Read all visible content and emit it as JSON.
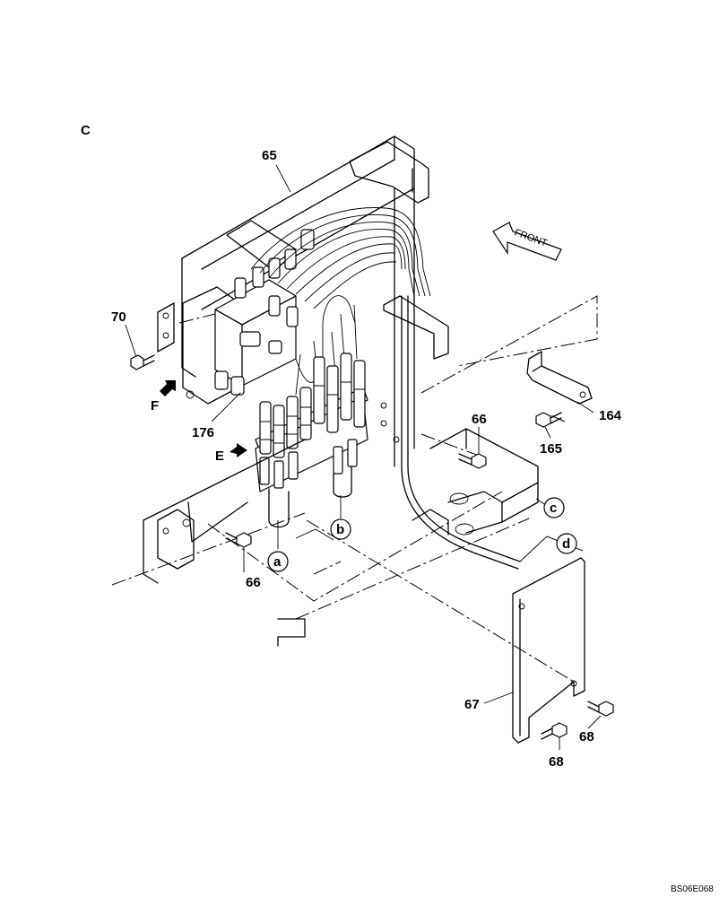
{
  "view_label": "C",
  "parts": {
    "p65": "65",
    "p70": "70",
    "p176": "176",
    "p66_top": "66",
    "p66_bottom": "66",
    "p164": "164",
    "p165": "165",
    "p67": "67",
    "p68_right": "68",
    "p68_bottom": "68"
  },
  "view_arrows": {
    "e": "E",
    "f": "F"
  },
  "circle_refs": {
    "a": "a",
    "b": "b",
    "c": "c",
    "d": "d"
  },
  "front_indicator": "FRONT",
  "drawing_code": "BS06E068"
}
